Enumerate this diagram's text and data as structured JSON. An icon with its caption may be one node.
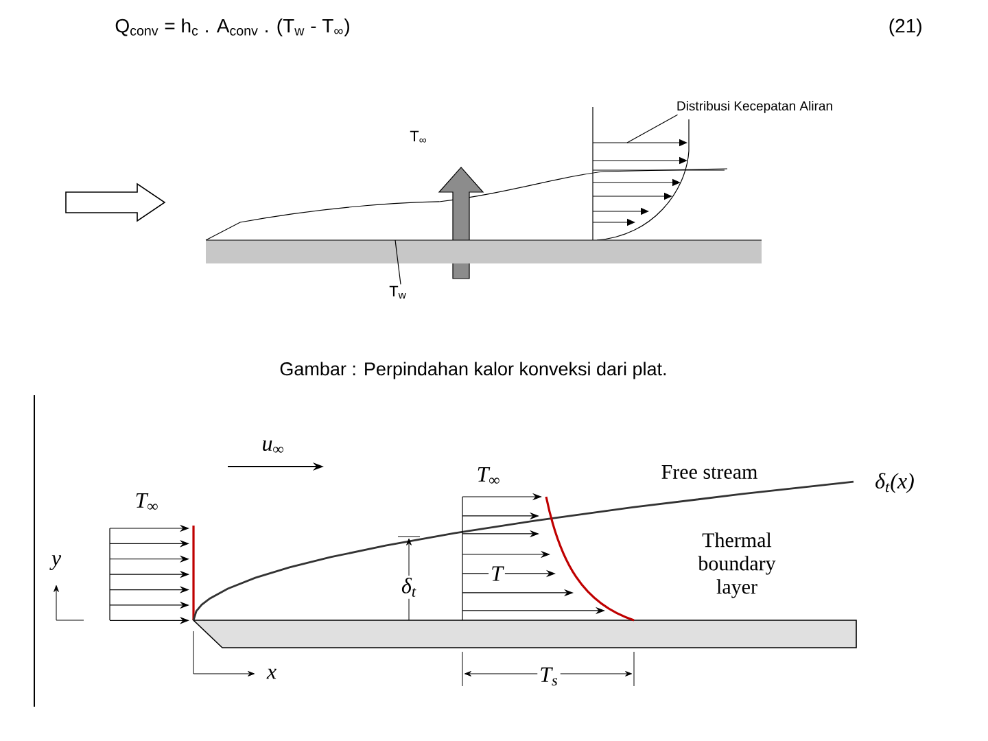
{
  "diagram": {
    "caption": "Gambar : Perpindahan kalor konveksi dari plat.",
    "nodes": [
      {
        "text": [
          "Distribusi Kecepatan Aliran"
        ]
      },
      {
        "text": [
          "T$_{w}$"
        ]
      },
      {
        "text": [],
        "shape": "picture"
      },
      {
        "text": [],
        "shape": "bar"
      }
    ],
    "edges": [
      {
        "from": 0,
        "to": 2,
        "arrow": "none"
      },
      {
        "from": 1,
        "to": 3,
        "arrow": "none"
      }
    ],
    "labels": [
      "Q$_{conv}$ = h$_{c}$ . A$_{conv}$ . (T$_{w}$ - T$_{∞}$)",
      "(21)",
      "T$_{∞}$",
      "u$_{∞}$",
      "T$_{∞}$",
      "Free stream",
      "δ$_{t}$(x)",
      "T$_{∞}$",
      "Thermal boundary layer",
      "y",
      "δ$_{t}$",
      "T",
      "x",
      "T$_{s}$"
    ]
  }
}
